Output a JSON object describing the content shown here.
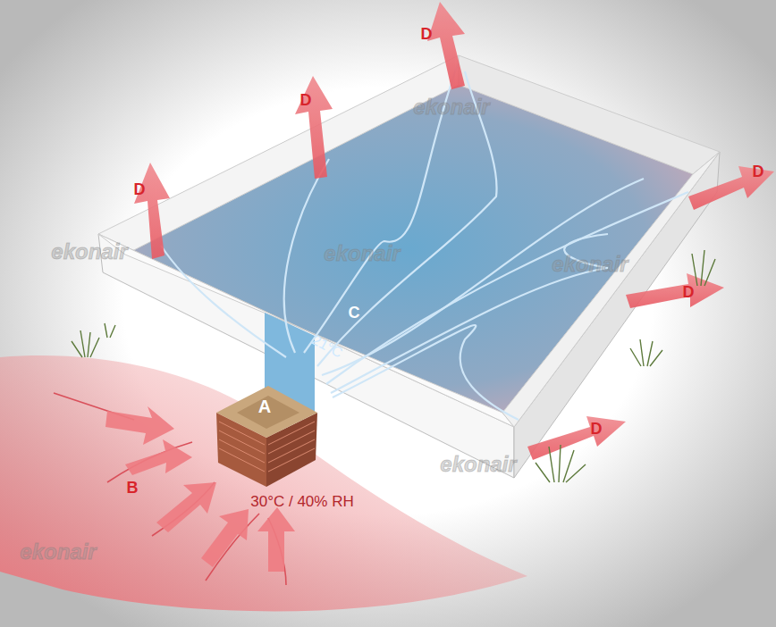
{
  "diagram": {
    "labels": [
      "A",
      "B",
      "C",
      "21°C",
      "30°C / 40% RH",
      "D",
      "D",
      "D",
      "D",
      "D",
      "D",
      "ekonair",
      "ekonair",
      "ekonair",
      "ekonair",
      "ekonair",
      "ekonair"
    ]
  }
}
